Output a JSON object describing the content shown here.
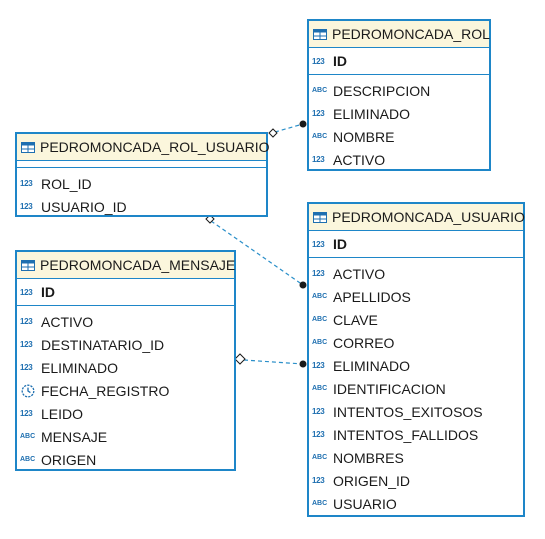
{
  "entities": {
    "rol": {
      "title": "PEDROMONCADA_ROL",
      "pk": {
        "name": "ID",
        "type": "123"
      },
      "columns": [
        {
          "name": "DESCRIPCION",
          "type": "ABC"
        },
        {
          "name": "ELIMINADO",
          "type": "123"
        },
        {
          "name": "NOMBRE",
          "type": "ABC"
        },
        {
          "name": "ACTIVO",
          "type": "123"
        }
      ]
    },
    "rol_usuario": {
      "title": "PEDROMONCADA_ROL_USUARIO",
      "columns": [
        {
          "name": "ROL_ID",
          "type": "123"
        },
        {
          "name": "USUARIO_ID",
          "type": "123"
        }
      ]
    },
    "usuario": {
      "title": "PEDROMONCADA_USUARIO",
      "pk": {
        "name": "ID",
        "type": "123"
      },
      "columns": [
        {
          "name": "ACTIVO",
          "type": "123"
        },
        {
          "name": "APELLIDOS",
          "type": "ABC"
        },
        {
          "name": "CLAVE",
          "type": "ABC"
        },
        {
          "name": "CORREO",
          "type": "ABC"
        },
        {
          "name": "ELIMINADO",
          "type": "123"
        },
        {
          "name": "IDENTIFICACION",
          "type": "ABC"
        },
        {
          "name": "INTENTOS_EXITOSOS",
          "type": "123"
        },
        {
          "name": "INTENTOS_FALLIDOS",
          "type": "123"
        },
        {
          "name": "NOMBRES",
          "type": "ABC"
        },
        {
          "name": "ORIGEN_ID",
          "type": "123"
        },
        {
          "name": "USUARIO",
          "type": "ABC"
        }
      ]
    },
    "mensaje": {
      "title": "PEDROMONCADA_MENSAJE",
      "pk": {
        "name": "ID",
        "type": "123"
      },
      "columns": [
        {
          "name": "ACTIVO",
          "type": "123"
        },
        {
          "name": "DESTINATARIO_ID",
          "type": "123"
        },
        {
          "name": "ELIMINADO",
          "type": "123"
        },
        {
          "name": "FECHA_REGISTRO",
          "type": "clock"
        },
        {
          "name": "LEIDO",
          "type": "123"
        },
        {
          "name": "MENSAJE",
          "type": "ABC"
        },
        {
          "name": "ORIGEN",
          "type": "ABC"
        }
      ]
    }
  },
  "relationships": [
    {
      "from": "rol_usuario",
      "to": "rol"
    },
    {
      "from": "rol_usuario",
      "to": "usuario"
    },
    {
      "from": "mensaje",
      "to": "usuario"
    }
  ],
  "colors": {
    "border": "#1e86c8",
    "header_bg": "#fbf6dc",
    "link": "#2a8fc9",
    "key": "#1a1a1a"
  }
}
